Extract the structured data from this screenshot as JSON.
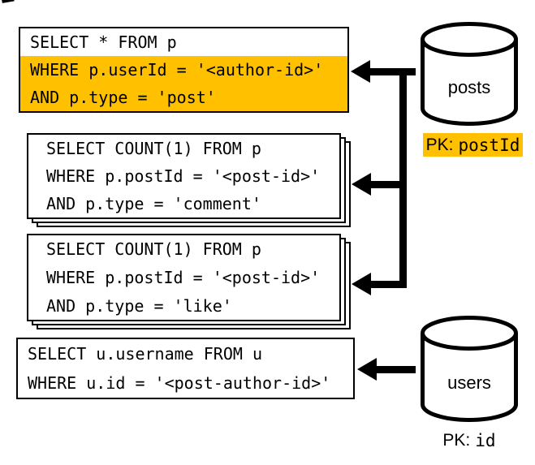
{
  "diagram": {
    "queries": [
      {
        "name": "select-post",
        "lines": [
          "SELECT * FROM p",
          "WHERE p.userId = '<author-id>'",
          "AND p.type = 'post'"
        ],
        "highlighted_lines": [
          1,
          2
        ],
        "stacked": false
      },
      {
        "name": "count-comments",
        "lines": [
          "SELECT COUNT(1) FROM p",
          "WHERE p.postId = '<post-id>'",
          "AND p.type = 'comment'"
        ],
        "highlighted_lines": [],
        "stacked": true
      },
      {
        "name": "count-likes",
        "lines": [
          "SELECT COUNT(1) FROM p",
          "WHERE p.postId = '<post-id>'",
          "AND p.type = 'like'"
        ],
        "highlighted_lines": [],
        "stacked": true
      },
      {
        "name": "select-username",
        "lines": [
          "SELECT u.username FROM u",
          "WHERE u.id = '<post-author-id>'"
        ],
        "highlighted_lines": [],
        "stacked": false
      }
    ],
    "databases": [
      {
        "name": "posts",
        "pk_key": "PK:",
        "pk_value": "postId",
        "pk_highlighted": true
      },
      {
        "name": "users",
        "pk_key": "PK:",
        "pk_value": "id",
        "pk_highlighted": false
      }
    ],
    "colors": {
      "highlight": "#FFC000",
      "ink": "#000000",
      "box_fill": "#FFFFFF"
    }
  }
}
